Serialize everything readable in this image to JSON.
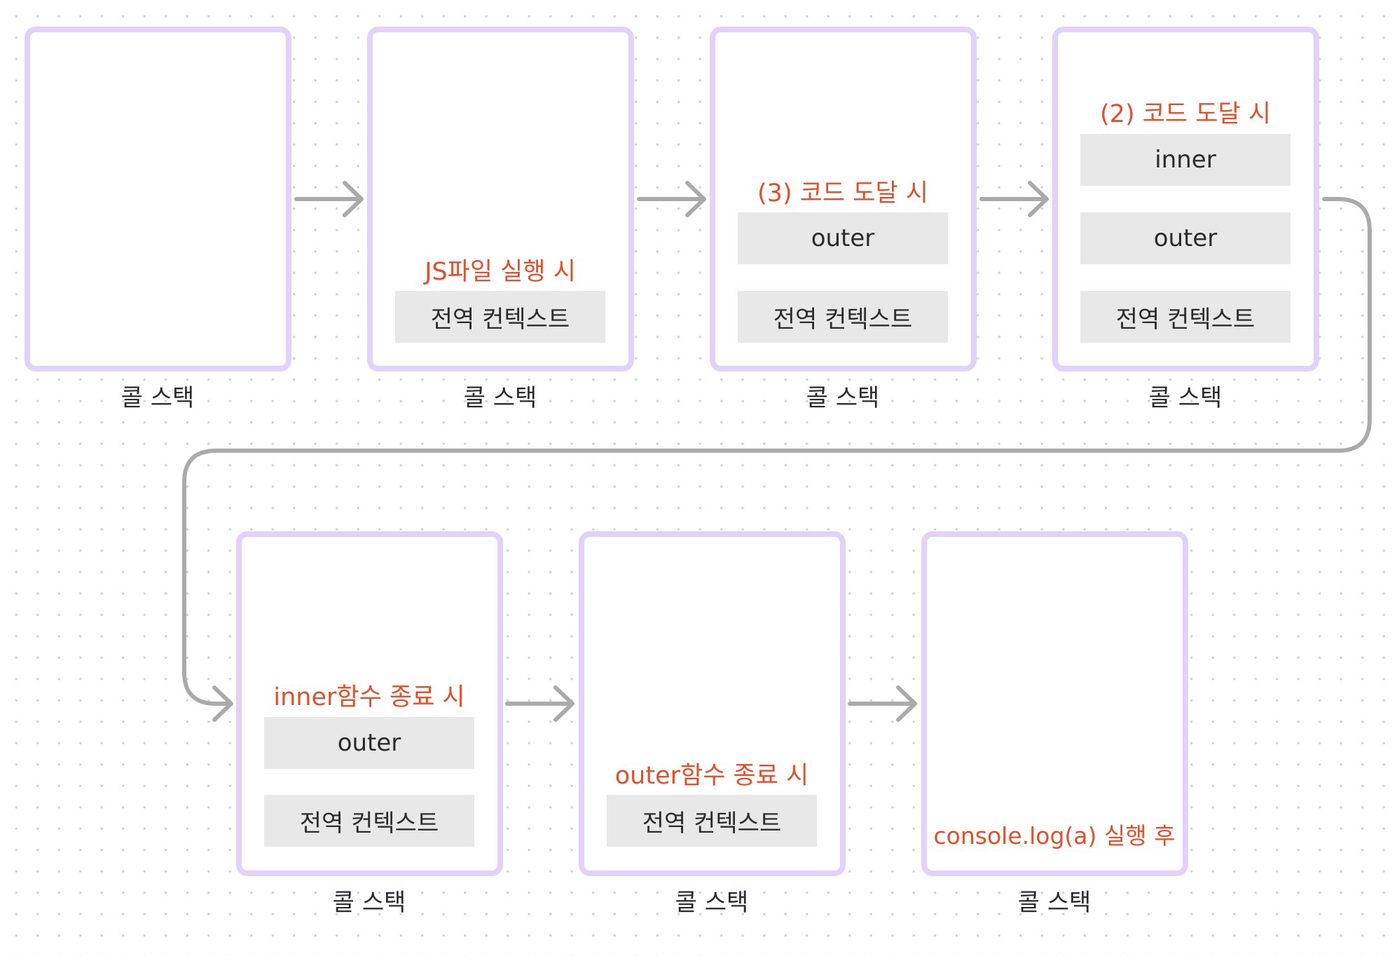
{
  "caption": "콜 스택",
  "frames": {
    "global": "전역 컨텍스트",
    "outer": "outer",
    "inner": "inner"
  },
  "steps": [
    {
      "note": ""
    },
    {
      "note": "JS파일 실행 시"
    },
    {
      "note": "(3) 코드 도달 시"
    },
    {
      "note": "(2) 코드 도달 시"
    },
    {
      "note": "inner함수 종료 시"
    },
    {
      "note": "outer함수 종료 시"
    },
    {
      "note": "console.log(a) 실행 후"
    }
  ],
  "colors": {
    "stack_border": "#e2d2fb",
    "frame_fill": "#e8e8e8",
    "note_text": "#e14f2b",
    "arrow": "#aaaaaa"
  }
}
